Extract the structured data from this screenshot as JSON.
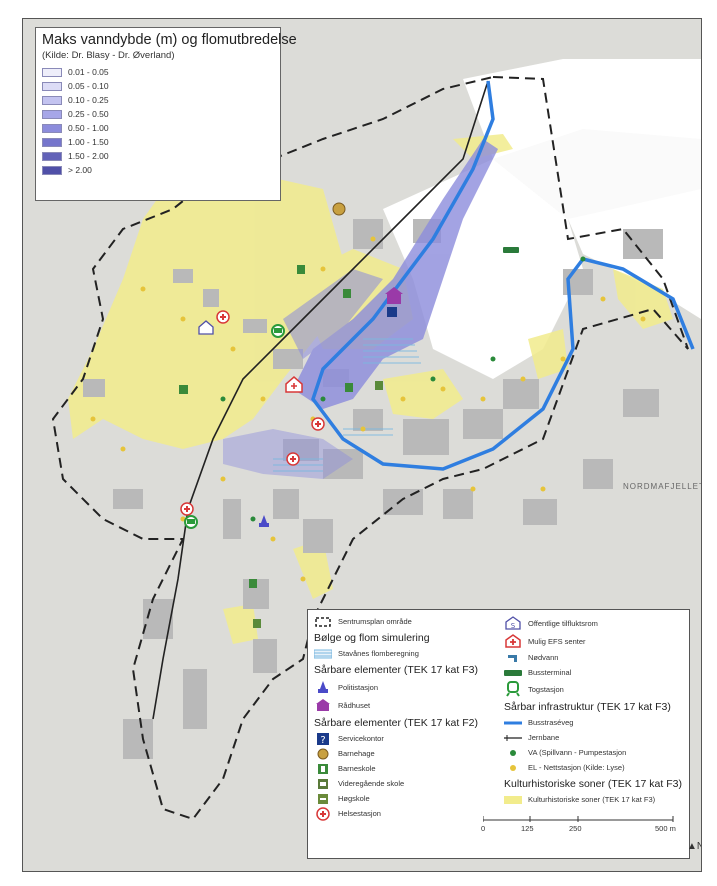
{
  "depth_legend": {
    "title": "Maks vanndybde (m) og flomutbredelse",
    "subtitle": "(Kilde: Dr. Blasy - Dr. Øverland)",
    "classes": [
      {
        "label": "0.01 - 0.05",
        "color": "#eeeefa"
      },
      {
        "label": "0.05 - 0.10",
        "color": "#dcdcf6"
      },
      {
        "label": "0.10 - 0.25",
        "color": "#c3c3f0"
      },
      {
        "label": "0.25 - 0.50",
        "color": "#a6a6e8"
      },
      {
        "label": "0.50 - 1.00",
        "color": "#8c8cdc"
      },
      {
        "label": "1.00 - 1.50",
        "color": "#7575cc"
      },
      {
        "label": "1.50 - 2.00",
        "color": "#6262b8"
      },
      {
        "label": "> 2.00",
        "color": "#5050a8"
      }
    ]
  },
  "legend": {
    "boundary": "Sentrumsplan område",
    "flood_heading": "Bølge og flom simulering",
    "flood_item": "Stavånes flomberegning",
    "vulnerable_f3_heading": "Sårbare elementer (TEK 17 kat F3)",
    "vulnerable_f3_items": [
      "Politistasjon",
      "Rådhuset"
    ],
    "vulnerable_f2_heading": "Sårbare elementer (TEK 17 kat F2)",
    "vulnerable_f2_items": [
      "Servicekontor",
      "Barnehage",
      "Barneskole",
      "Videregående skole",
      "Høgskole",
      "Helsestasjon"
    ],
    "right_items": [
      "Offentlige tilfluktsrom",
      "Mulig EFS senter",
      "Nødvann",
      "Bussterminal",
      "Togstasjon"
    ],
    "infra_heading": "Sårbar infrastruktur (TEK 17 kat F3)",
    "infra_items": [
      "Busstraséveg",
      "Jernbane",
      "VA (Spillvann - Pumpestasjon",
      "EL - Nettstasjon (Kilde: Lyse)"
    ],
    "culture_heading": "Kulturhistoriske soner (TEK 17 kat F3)",
    "culture_item": "Kulturhistoriske soner (TEK 17 kat F3)"
  },
  "scale": {
    "ticks": [
      "0",
      "125",
      "250",
      "500 m"
    ]
  },
  "map_label": "NORDMAFJELLET",
  "north": "N",
  "colors": {
    "culture": "#f2ec8c",
    "flood": "#8c8cdc",
    "bus": "#2f7ee0",
    "health": "#d83838",
    "station": "#2a9a3a",
    "ep": "#e6c43a"
  }
}
